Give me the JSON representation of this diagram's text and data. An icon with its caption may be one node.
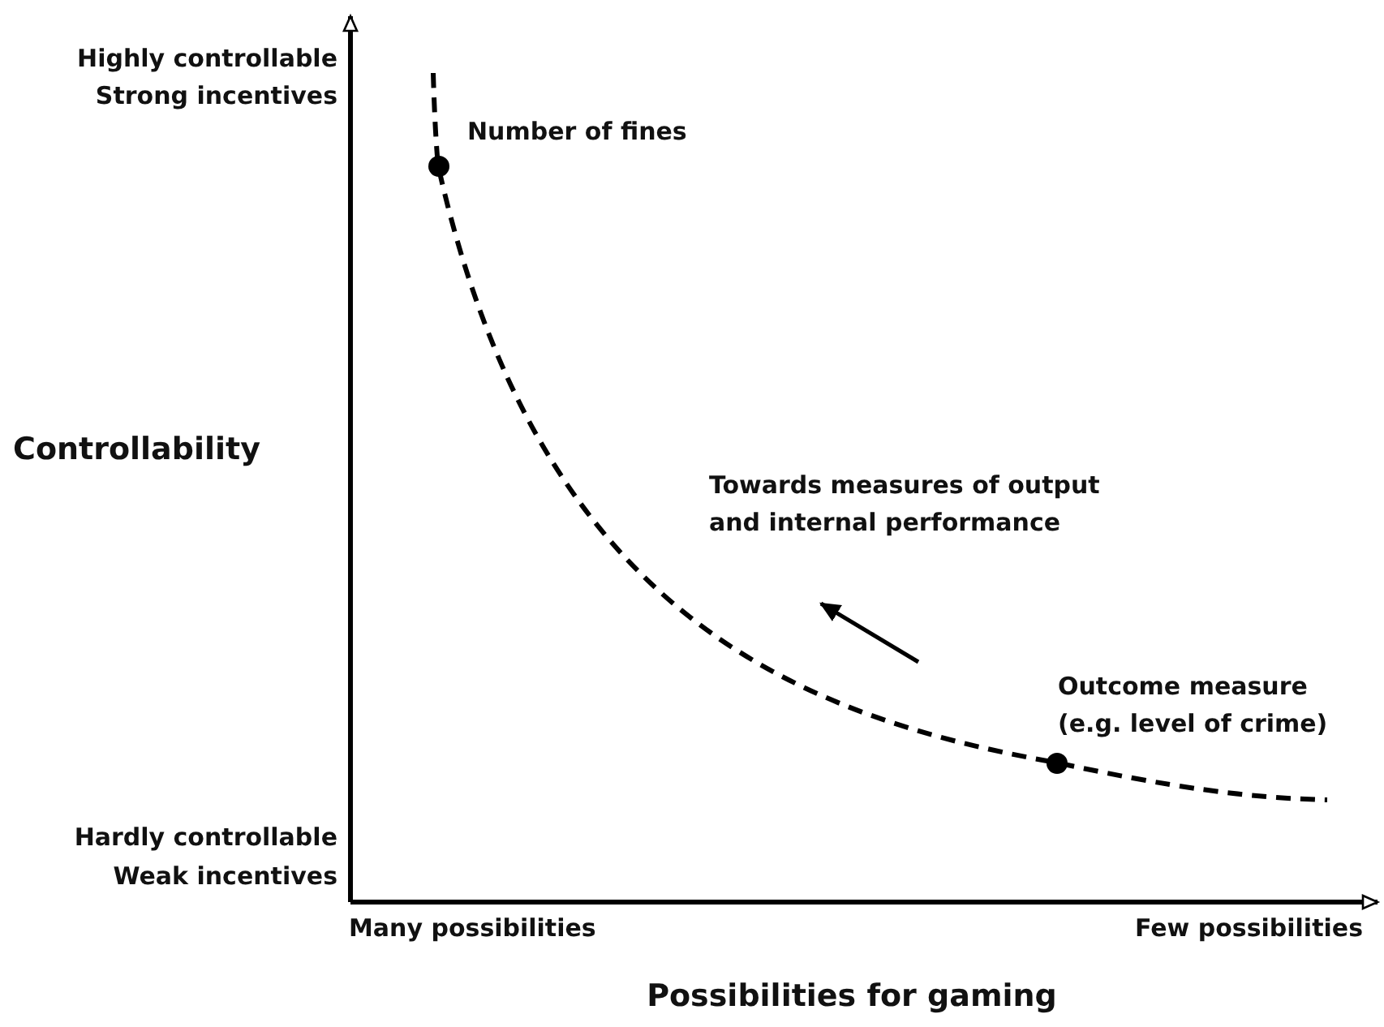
{
  "diagram": {
    "nodes": [
      {
        "text": [],
        "shape": "circle",
        "beside": [
          "Number of fines"
        ]
      },
      {
        "text": [],
        "shape": "circle",
        "beside": [
          "Outcome measure (e.g. level of crime)"
        ]
      }
    ],
    "labels": [
      "Highly controllable",
      "Strong incentives",
      "Controllability",
      "Towards measures of output and internal performance",
      "Hardly controllable",
      "Weak incentives",
      "Many possibilities",
      "Few possibilities",
      "Possibilities for gaming"
    ]
  }
}
